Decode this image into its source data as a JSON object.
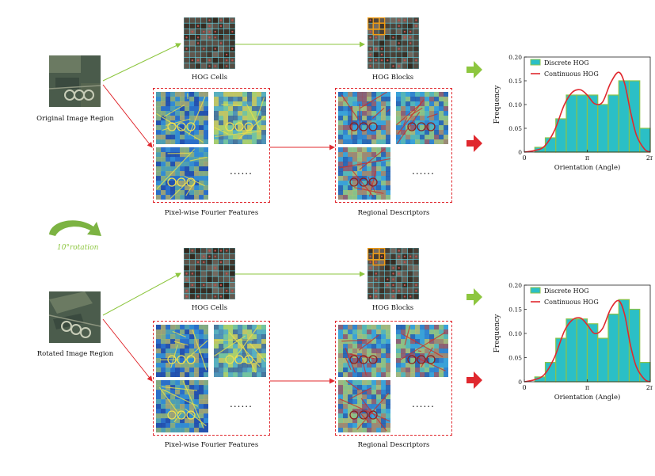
{
  "labels": {
    "original_region": "Original Image Region",
    "rotated_region": "Rotated Image Region",
    "hog_cells": "HOG Cells",
    "hog_blocks": "HOG Blocks",
    "pixel_fourier": "Pixel-wise Fourier Features",
    "regional_descriptors": "Regional Descriptors",
    "rotation": "10°rotation",
    "ellipsis": "......"
  },
  "colors": {
    "green_arrow": "#8dc63f",
    "red_arrow": "#e0282e",
    "bar_fill": "#2bbfc6",
    "bar_edge": "#8bc34a",
    "curve": "#e0282e",
    "block_outline": "#f39c12"
  },
  "chart_data": [
    {
      "type": "bar",
      "xlabel": "Orientation (Angle)",
      "ylabel": "Frequency",
      "ylim": [
        0,
        0.2
      ],
      "yticks": [
        "0",
        "0.05",
        "0.10",
        "0.15",
        "0.20"
      ],
      "xticks": [
        "0",
        "π",
        "2π"
      ],
      "legend_placement": "top-left",
      "series": [
        {
          "name": "Discrete HOG",
          "kind": "bar",
          "values": [
            0.0,
            0.01,
            0.03,
            0.07,
            0.12,
            0.12,
            0.12,
            0.1,
            0.12,
            0.15,
            0.15,
            0.05
          ]
        },
        {
          "name": "Continuous HOG",
          "kind": "line",
          "x": [
            0.0,
            0.5,
            1.0,
            1.5,
            2.0,
            2.4,
            2.8,
            3.14,
            3.5,
            3.9,
            4.3,
            4.7,
            5.0,
            5.3,
            5.6,
            6.0,
            6.28
          ],
          "y": [
            0.0,
            0.003,
            0.012,
            0.045,
            0.1,
            0.126,
            0.131,
            0.12,
            0.102,
            0.105,
            0.145,
            0.168,
            0.145,
            0.085,
            0.035,
            0.006,
            0.0
          ]
        }
      ]
    },
    {
      "type": "bar",
      "xlabel": "Orientation (Angle)",
      "ylabel": "Frequency",
      "ylim": [
        0,
        0.2
      ],
      "yticks": [
        "0",
        "0.05",
        "0.10",
        "0.15",
        "0.20"
      ],
      "xticks": [
        "0",
        "π",
        "2π"
      ],
      "legend_placement": "top-left",
      "series": [
        {
          "name": "Discrete HOG",
          "kind": "bar",
          "values": [
            0.0,
            0.01,
            0.04,
            0.09,
            0.13,
            0.13,
            0.12,
            0.09,
            0.14,
            0.17,
            0.15,
            0.04
          ]
        },
        {
          "name": "Continuous HOG",
          "kind": "line",
          "x": [
            0.0,
            0.5,
            1.0,
            1.5,
            2.0,
            2.4,
            2.8,
            3.14,
            3.5,
            3.9,
            4.3,
            4.7,
            5.0,
            5.3,
            5.6,
            6.0,
            6.28
          ],
          "y": [
            0.0,
            0.004,
            0.015,
            0.05,
            0.105,
            0.128,
            0.132,
            0.118,
            0.1,
            0.11,
            0.15,
            0.168,
            0.14,
            0.075,
            0.03,
            0.005,
            0.0
          ]
        }
      ]
    }
  ]
}
